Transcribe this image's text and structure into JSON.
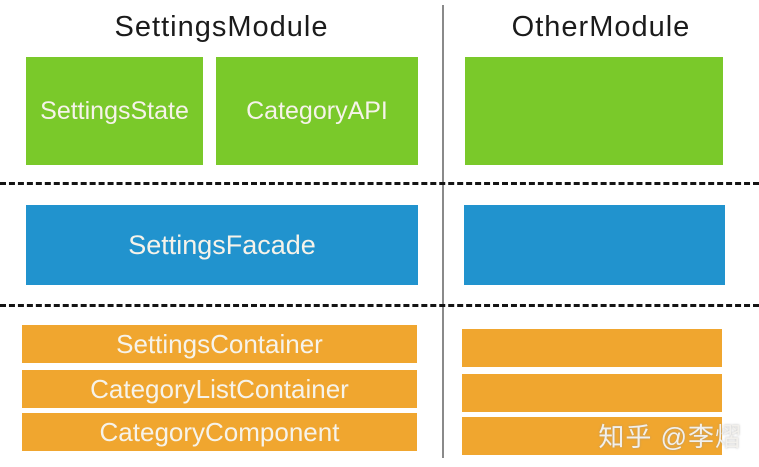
{
  "diagram": {
    "columns": [
      {
        "title": "SettingsModule"
      },
      {
        "title": "OtherModule"
      }
    ],
    "left": {
      "state_boxes": [
        "SettingsState",
        "CategoryAPI"
      ],
      "facade_boxes": [
        "SettingsFacade"
      ],
      "component_boxes": [
        "SettingsContainer",
        "CategoryListContainer",
        "CategoryComponent"
      ]
    },
    "right": {
      "state_boxes": [
        ""
      ],
      "facade_boxes": [
        ""
      ],
      "component_boxes": [
        "",
        "",
        ""
      ]
    },
    "colors": {
      "state_green": "#7AC92A",
      "facade_blue": "#2193CE",
      "component_orange": "#F0A62F",
      "divider_gray": "#8A8A8A",
      "dash_black": "#141414",
      "title_text": "#1B1B1B",
      "box_text": "#F6F3EA"
    }
  },
  "watermark": {
    "text": "知乎 @李熠"
  }
}
